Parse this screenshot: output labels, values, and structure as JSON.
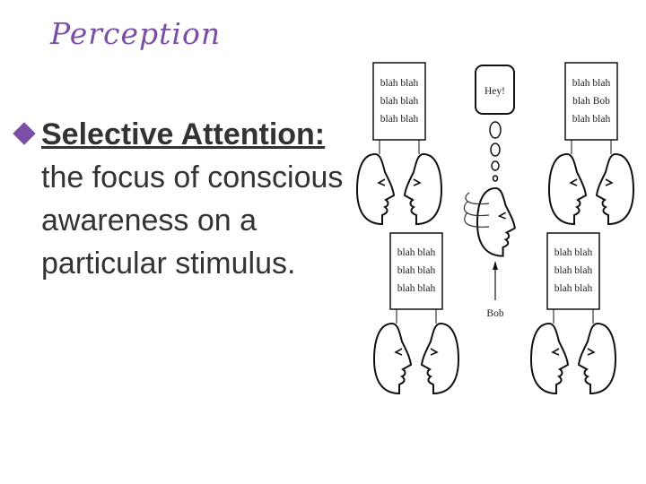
{
  "slide": {
    "title": "Perception",
    "bullet": {
      "term": "Selective Attention:",
      "definition": " the focus of conscious awareness on a particular stimulus."
    },
    "accent_color": "#7b4fa6"
  },
  "figure": {
    "boxes": [
      {
        "lines": [
          "blah blah",
          "blah blah",
          "blah blah"
        ]
      },
      {
        "lines": [
          "blah blah",
          "blah Bob",
          "blah blah"
        ]
      },
      {
        "lines": [
          "blah blah",
          "blah blah",
          "blah blah"
        ]
      },
      {
        "lines": [
          "blah blah",
          "blah blah",
          "blah blah"
        ]
      }
    ],
    "thought": "Hey!",
    "name_label": "Bob"
  }
}
